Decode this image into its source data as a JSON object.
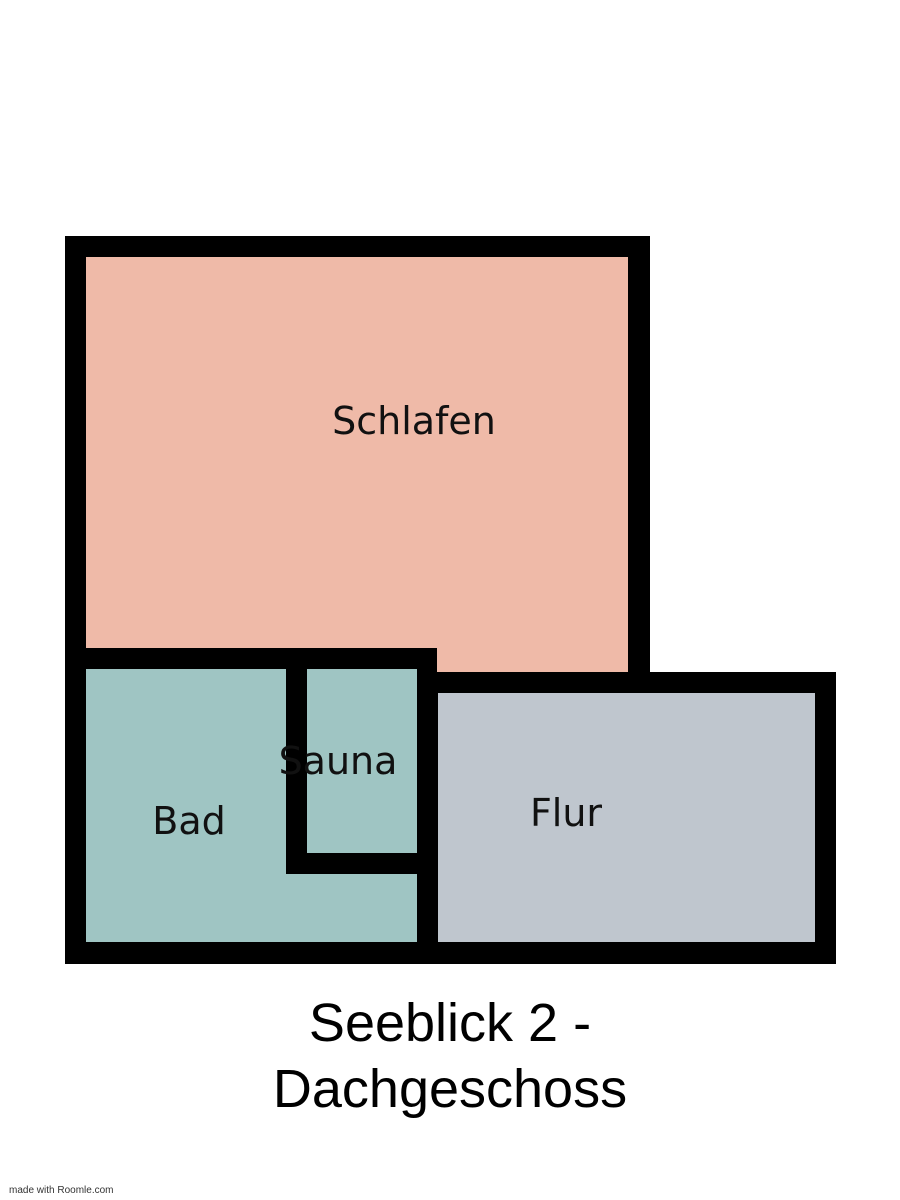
{
  "plan": {
    "title_line1": "Seeblick 2 -",
    "title_line2": "Dachgeschoss",
    "rooms": [
      {
        "name": "Schlafen",
        "color": "#efbaa8"
      },
      {
        "name": "Bad",
        "color": "#9fc5c3"
      },
      {
        "name": "Sauna",
        "color": "#9fc5c3"
      },
      {
        "name": "Flur",
        "color": "#bfc6ce"
      }
    ],
    "wall_color": "#000000"
  },
  "footer": {
    "credit": "made with Roomle.com"
  }
}
